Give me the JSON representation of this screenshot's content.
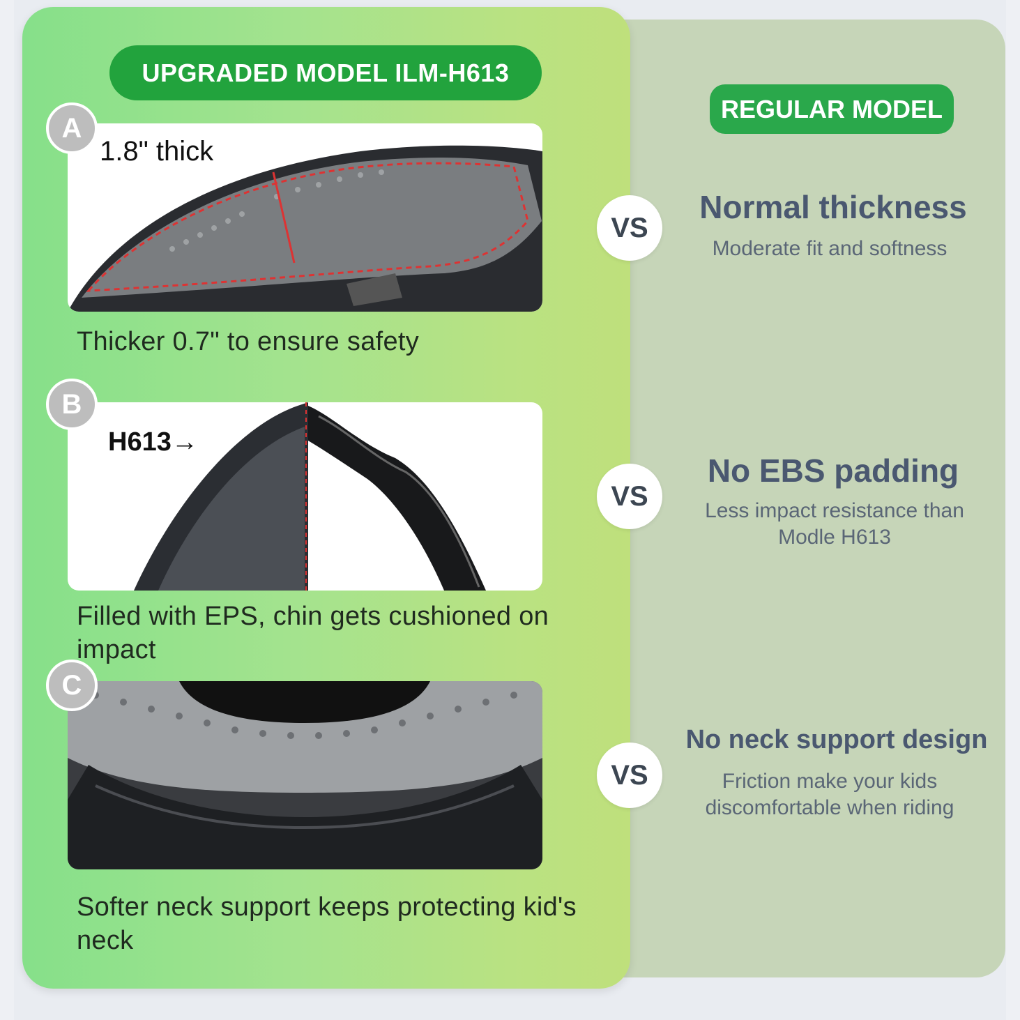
{
  "upgraded": {
    "title": "UPGRADED MODEL ILM-H613",
    "features": [
      {
        "badge": "A",
        "photo_label": "1.8\" thick",
        "caption": "Thicker 0.7\" to ensure safety"
      },
      {
        "badge": "B",
        "photo_label": "H613→",
        "caption": "Filled with EPS, chin gets cushioned on impact"
      },
      {
        "badge": "C",
        "photo_label": "",
        "caption": "Softer neck support keeps protecting kid's neck"
      }
    ]
  },
  "regular": {
    "title": "REGULAR MODEL",
    "vs_label": "VS",
    "items": [
      {
        "title": "Normal thickness",
        "subtitle": "Moderate fit and softness"
      },
      {
        "title": "No EBS padding",
        "subtitle": "Less impact resistance than Modle H613"
      },
      {
        "title": "No neck support design",
        "subtitle": "Friction make your kids discomfortable when riding"
      }
    ]
  },
  "colors": {
    "upgraded_pill": "#22a33d",
    "regular_pill": "#2aa84b",
    "left_panel_from": "#86e08a",
    "left_panel_to": "#bfe07c",
    "right_panel": "#c6d5b8",
    "right_text": "#4a5870"
  }
}
